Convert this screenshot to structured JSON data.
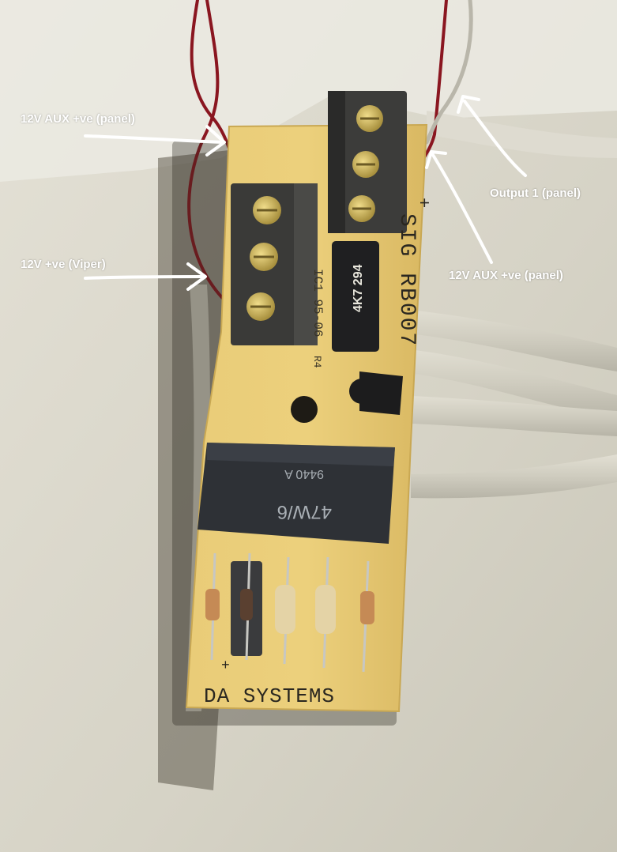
{
  "annotations": {
    "aux_panel_left": "12V AUX +ve (panel)",
    "viper_positive": "12V +ve (Viper)",
    "output_1": "Output 1 (panel)",
    "aux_panel_right": "12V AUX +ve (panel)"
  },
  "board": {
    "silkscreen_model": "SIG RB007",
    "silkscreen_plus": "+",
    "silkscreen_date": "IC1 95-06",
    "silkscreen_rev": "R4",
    "manufacturer": "DA SYSTEMS",
    "resistor_marking": "4K7 294",
    "relay_marking_1": "9440 A",
    "relay_marking_2": "47W/6",
    "polarity_mark": "+"
  },
  "colors": {
    "wall": "#d9d6c9",
    "pcb": "#e6c56a",
    "terminal_block": "#3c3c3a",
    "screw": "#c9b25a",
    "relay": "#2e3136",
    "wire_red": "#8a1620",
    "wire_grey": "#c8c5b8",
    "annotation": "#ffffff"
  }
}
